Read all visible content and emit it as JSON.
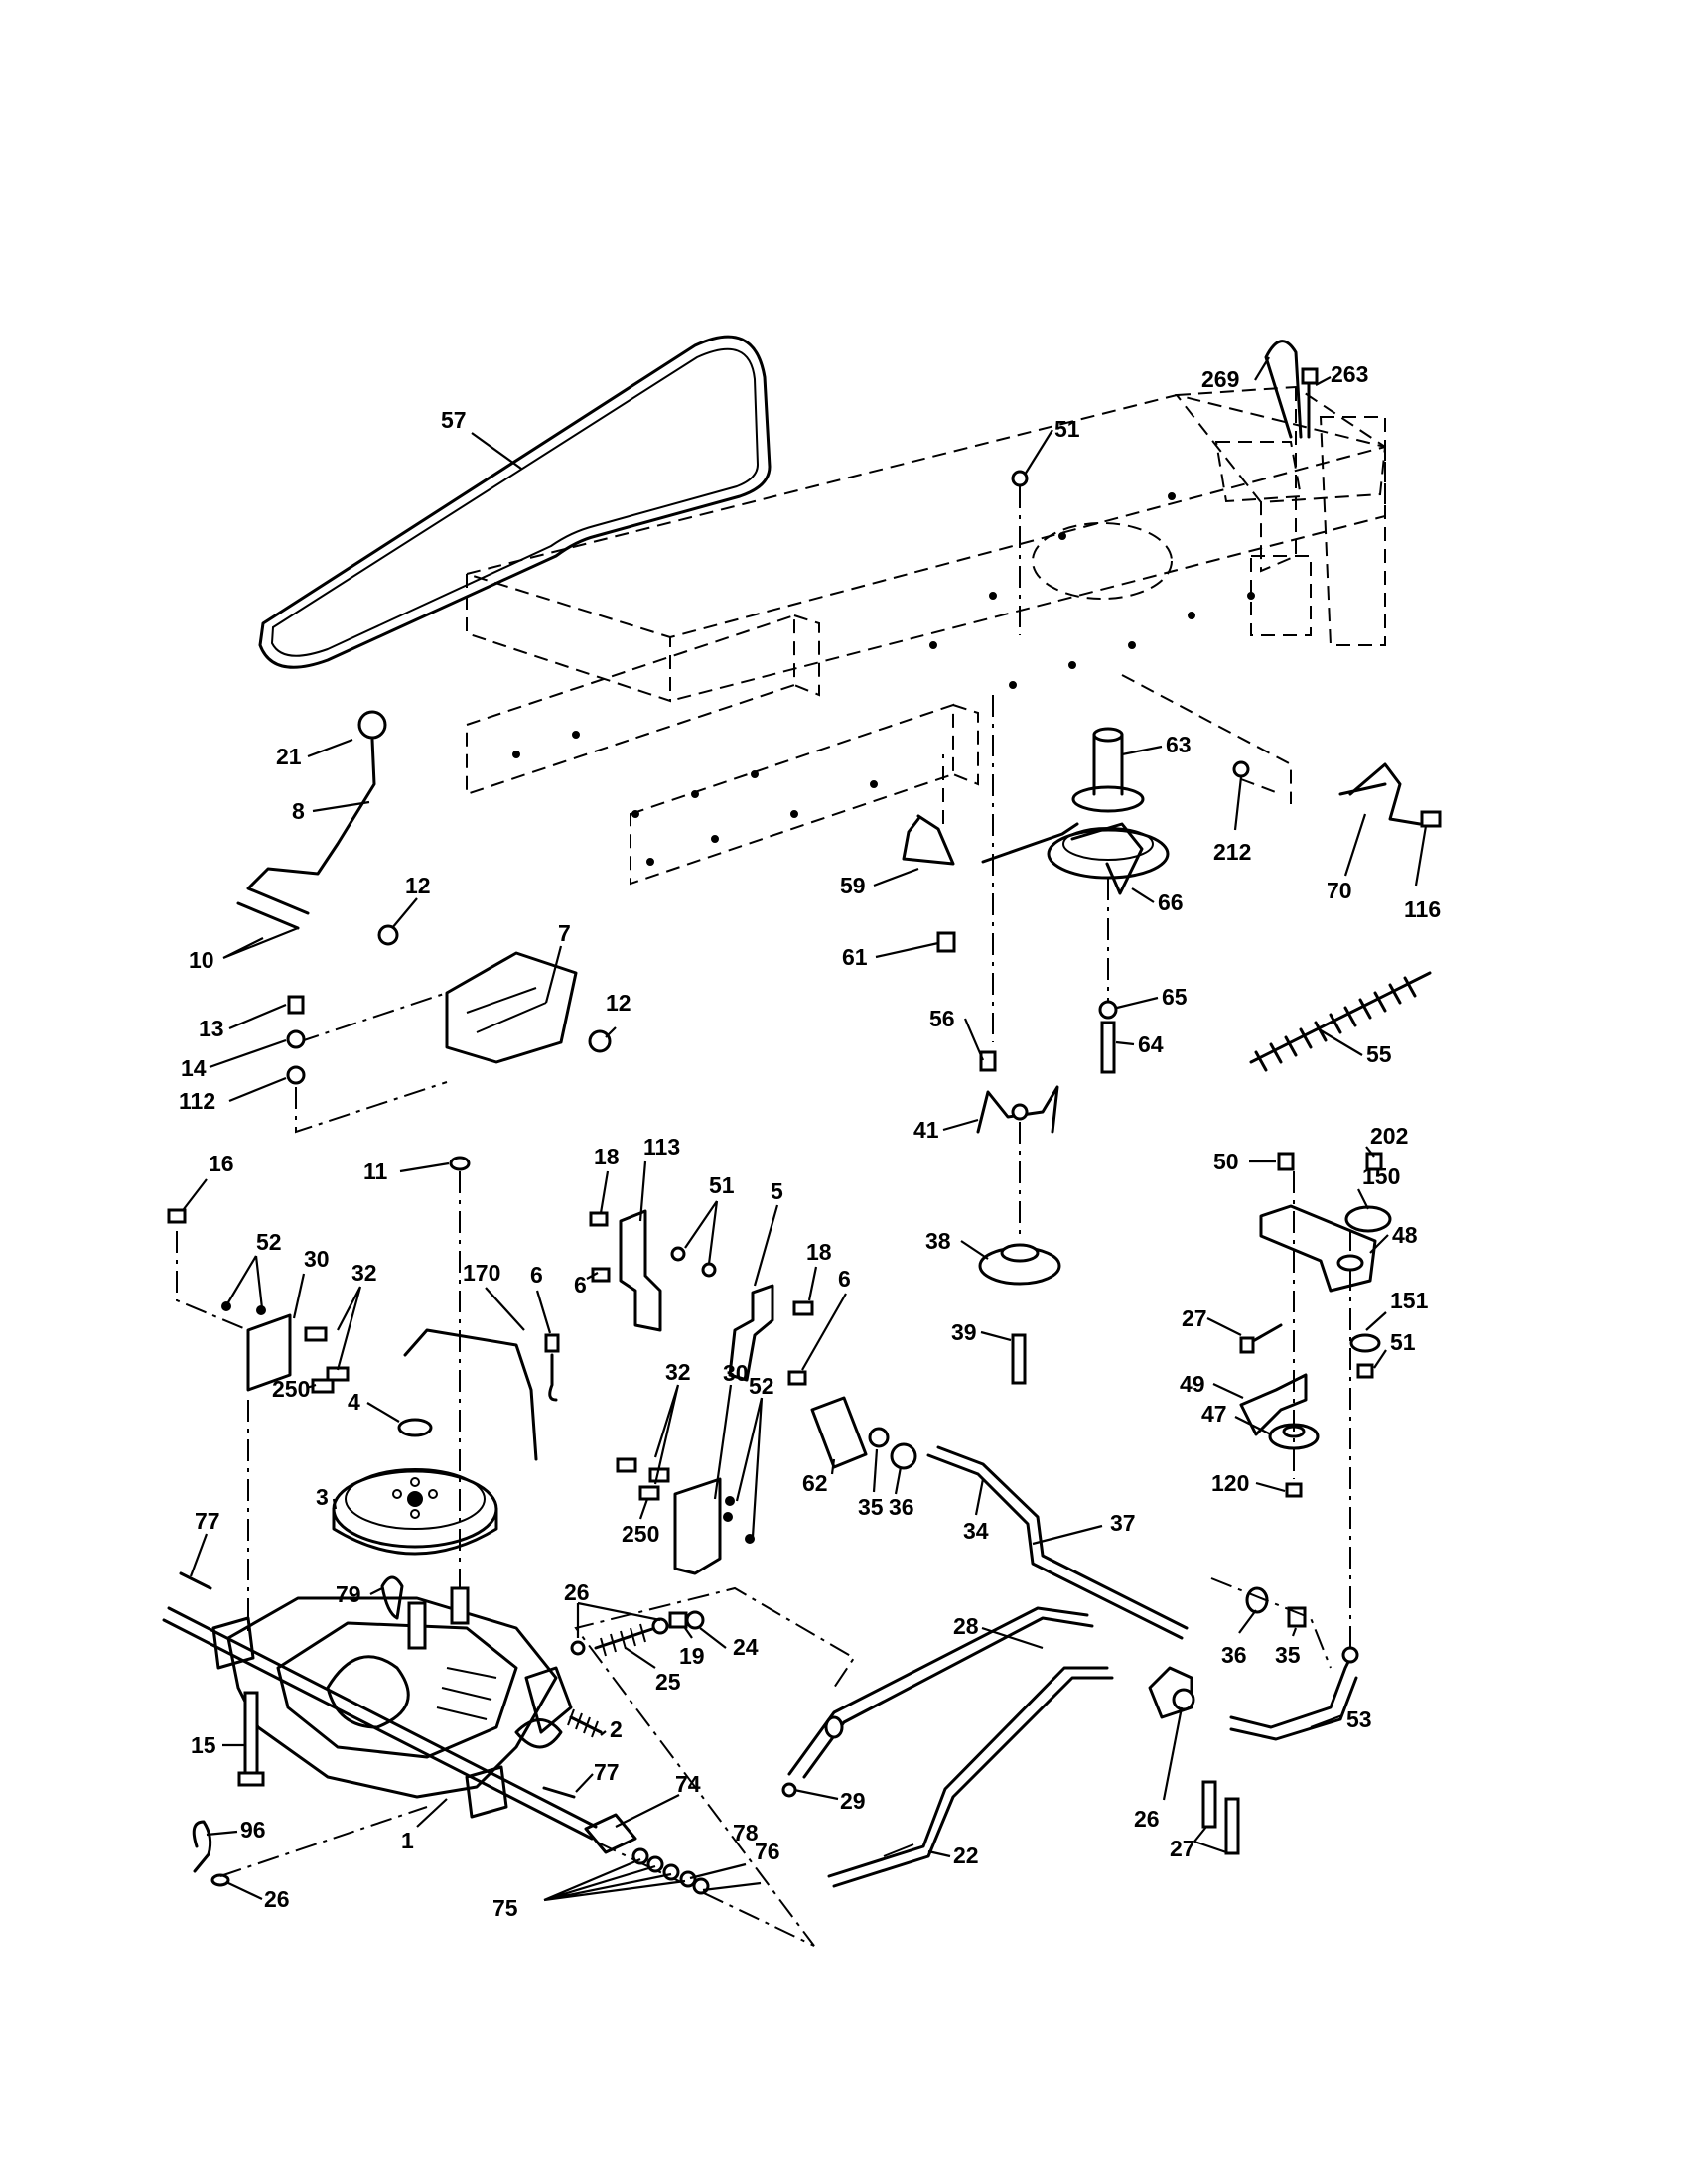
{
  "diagram": {
    "type": "exploded-parts-diagram",
    "callouts": [
      {
        "id": "c57",
        "text": "57"
      },
      {
        "id": "c269",
        "text": "269"
      },
      {
        "id": "c263",
        "text": "263"
      },
      {
        "id": "c51a",
        "text": "51"
      },
      {
        "id": "c21",
        "text": "21"
      },
      {
        "id": "c8",
        "text": "8"
      },
      {
        "id": "c63",
        "text": "63"
      },
      {
        "id": "c212",
        "text": "212"
      },
      {
        "id": "c70",
        "text": "70"
      },
      {
        "id": "c116",
        "text": "116"
      },
      {
        "id": "c59",
        "text": "59"
      },
      {
        "id": "c66",
        "text": "66"
      },
      {
        "id": "c12a",
        "text": "12"
      },
      {
        "id": "c7",
        "text": "7"
      },
      {
        "id": "c10",
        "text": "10"
      },
      {
        "id": "c61",
        "text": "61"
      },
      {
        "id": "c65",
        "text": "65"
      },
      {
        "id": "c13",
        "text": "13"
      },
      {
        "id": "c12b",
        "text": "12"
      },
      {
        "id": "c56",
        "text": "56"
      },
      {
        "id": "c55",
        "text": "55"
      },
      {
        "id": "c14",
        "text": "14"
      },
      {
        "id": "c64",
        "text": "64"
      },
      {
        "id": "c112",
        "text": "112"
      },
      {
        "id": "c18a",
        "text": "18"
      },
      {
        "id": "c113",
        "text": "113"
      },
      {
        "id": "c41",
        "text": "41"
      },
      {
        "id": "c11",
        "text": "11"
      },
      {
        "id": "c16",
        "text": "16"
      },
      {
        "id": "c51b",
        "text": "51"
      },
      {
        "id": "c50",
        "text": "50"
      },
      {
        "id": "c202",
        "text": "202"
      },
      {
        "id": "c5",
        "text": "5"
      },
      {
        "id": "c150",
        "text": "150"
      },
      {
        "id": "c52a",
        "text": "52"
      },
      {
        "id": "c18b",
        "text": "18"
      },
      {
        "id": "c38",
        "text": "38"
      },
      {
        "id": "c48",
        "text": "48"
      },
      {
        "id": "c30a",
        "text": "30"
      },
      {
        "id": "c32a",
        "text": "32"
      },
      {
        "id": "c170",
        "text": "170"
      },
      {
        "id": "c6a",
        "text": "6"
      },
      {
        "id": "c6b",
        "text": "6"
      },
      {
        "id": "c6c",
        "text": "6"
      },
      {
        "id": "c27a",
        "text": "27"
      },
      {
        "id": "c151",
        "text": "151"
      },
      {
        "id": "c39",
        "text": "39"
      },
      {
        "id": "c51c",
        "text": "51"
      },
      {
        "id": "c250a",
        "text": "250"
      },
      {
        "id": "c4",
        "text": "4"
      },
      {
        "id": "c49",
        "text": "49"
      },
      {
        "id": "c32b",
        "text": "32"
      },
      {
        "id": "c30b",
        "text": "30"
      },
      {
        "id": "c47",
        "text": "47"
      },
      {
        "id": "c52b",
        "text": "52"
      },
      {
        "id": "c62",
        "text": "62"
      },
      {
        "id": "c3",
        "text": "3"
      },
      {
        "id": "c120",
        "text": "120"
      },
      {
        "id": "c35a",
        "text": "35"
      },
      {
        "id": "c36a",
        "text": "36"
      },
      {
        "id": "c37",
        "text": "37"
      },
      {
        "id": "c77a",
        "text": "77"
      },
      {
        "id": "c34",
        "text": "34"
      },
      {
        "id": "c250b",
        "text": "250"
      },
      {
        "id": "c79",
        "text": "79"
      },
      {
        "id": "c26a",
        "text": "26"
      },
      {
        "id": "c24",
        "text": "24"
      },
      {
        "id": "c28",
        "text": "28"
      },
      {
        "id": "c36b",
        "text": "36"
      },
      {
        "id": "c19",
        "text": "19"
      },
      {
        "id": "c35b",
        "text": "35"
      },
      {
        "id": "c25",
        "text": "25"
      },
      {
        "id": "c53",
        "text": "53"
      },
      {
        "id": "c2",
        "text": "2"
      },
      {
        "id": "c15",
        "text": "15"
      },
      {
        "id": "c77b",
        "text": "77"
      },
      {
        "id": "c74",
        "text": "74"
      },
      {
        "id": "c29",
        "text": "29"
      },
      {
        "id": "c96",
        "text": "96"
      },
      {
        "id": "c26b",
        "text": "26"
      },
      {
        "id": "c27b",
        "text": "27"
      },
      {
        "id": "c22",
        "text": "22"
      },
      {
        "id": "c1",
        "text": "1"
      },
      {
        "id": "c78",
        "text": "78"
      },
      {
        "id": "c76",
        "text": "76"
      },
      {
        "id": "c26c",
        "text": "26"
      },
      {
        "id": "c75",
        "text": "75"
      }
    ]
  }
}
